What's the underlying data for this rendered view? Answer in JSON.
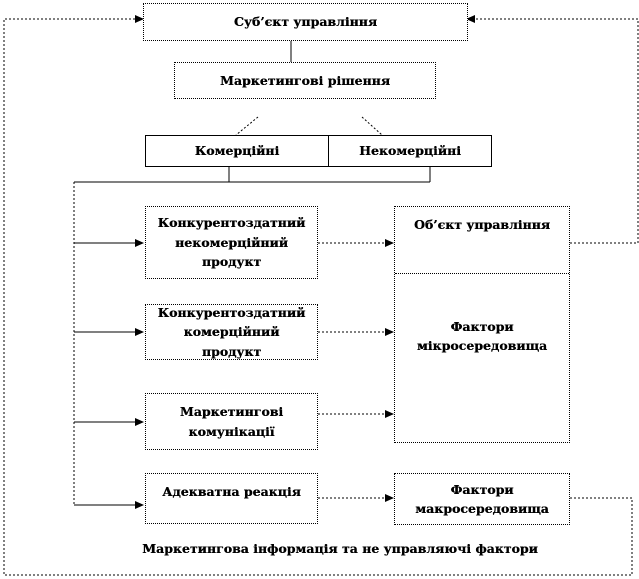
{
  "diagram": {
    "subject": "Суб’єкт управління",
    "decisions": "Маркетингові рішення",
    "commercial": "Комерційні",
    "noncommercial": "Некомерційні",
    "product_noncommercial": "Конкурентоздатний некомерційний продукт",
    "product_commercial": "Конкурентоздатний комерційний продукт",
    "communications": "Маркетингові комунікації",
    "adequate_reaction": "Адекватна реакція",
    "object": "Об’єкт управління",
    "micro": "Фактори мікросередовища",
    "macro": "Фактори макросередовища",
    "footer": "Маркетингова інформація  та не управляючі фактори"
  }
}
